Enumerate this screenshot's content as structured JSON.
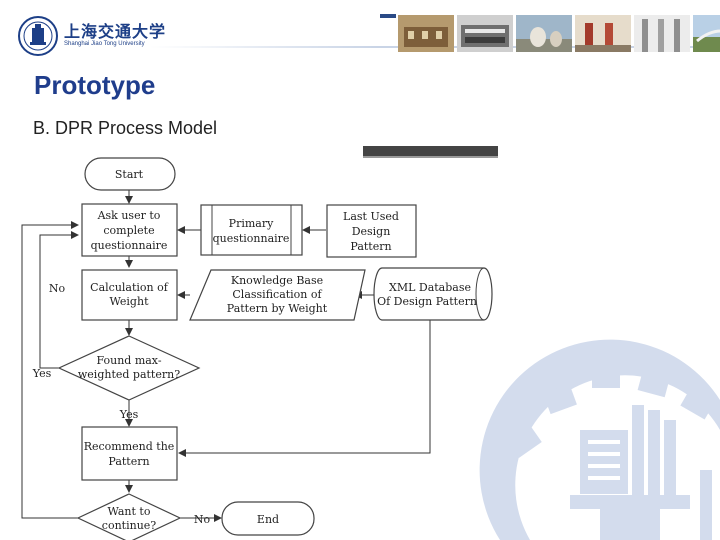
{
  "header": {
    "university_cn": "上海交通大学",
    "university_en": "Shanghai Jiao Tong University"
  },
  "slide": {
    "title": "Prototype",
    "subtitle": "B. DPR Process Model"
  },
  "flowchart": {
    "start": "Start",
    "ask_user": [
      "Ask user to",
      "complete",
      "questionnaire"
    ],
    "primary": [
      "Primary",
      "questionnaire"
    ],
    "last_used": [
      "Last Used",
      "Design",
      "Pattern"
    ],
    "calculation": [
      "Calculation of",
      "Weight"
    ],
    "knowledge_base": [
      "Knowledge Base",
      "Classification of",
      "Pattern by Weight"
    ],
    "xml_db": [
      "XML Database",
      "Of Design Pattern"
    ],
    "decision": [
      "Found max-",
      "weighted pattern?"
    ],
    "recommend": [
      "Recommend the",
      "Pattern"
    ],
    "continue": [
      "Want to",
      "continue?"
    ],
    "end": "End",
    "label_no_top": "No",
    "label_yes_left": "Yes",
    "label_yes_down": "Yes",
    "label_no_bottom": "No"
  },
  "colors": {
    "brand_blue": "#1f3d8c",
    "watermark": "#d3dced"
  }
}
